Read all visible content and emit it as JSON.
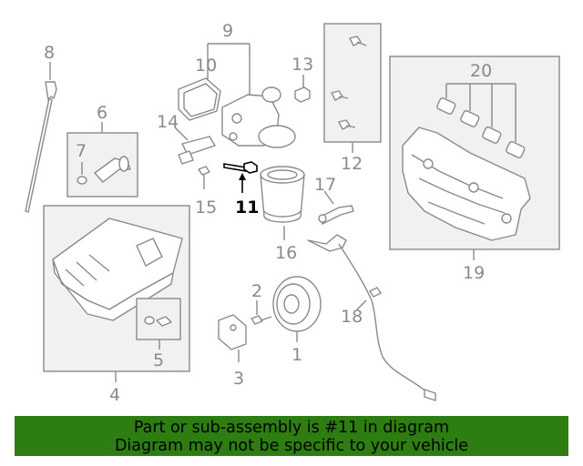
{
  "callouts": {
    "c1": "1",
    "c2": "2",
    "c3": "3",
    "c4": "4",
    "c5": "5",
    "c6": "6",
    "c7": "7",
    "c8": "8",
    "c9": "9",
    "c10": "10",
    "c11": "11",
    "c12": "12",
    "c13": "13",
    "c14": "14",
    "c15": "15",
    "c16": "16",
    "c17": "17",
    "c18": "18",
    "c19": "19",
    "c20": "20"
  },
  "highlight_color": "#000000",
  "part_color": "#8a8a8a",
  "banner": {
    "line1": "Part or sub-assembly is #11 in diagram",
    "line2": "Diagram may not be specific to your vehicle",
    "background": "#2e7d12"
  }
}
